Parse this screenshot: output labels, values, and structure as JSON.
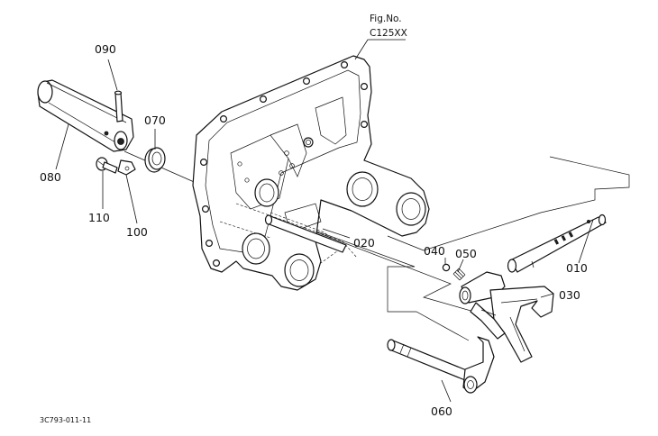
{
  "figure_ref": {
    "line1": "Fig.No.",
    "line2": "C125XX"
  },
  "drawing_code": "3C793-011-11",
  "callouts": {
    "p010": "010",
    "p020": "020",
    "p030": "030",
    "p040": "040",
    "p050": "050",
    "p060": "060",
    "p070": "070",
    "p080": "080",
    "p090": "090",
    "p100": "100",
    "p110": "110"
  }
}
